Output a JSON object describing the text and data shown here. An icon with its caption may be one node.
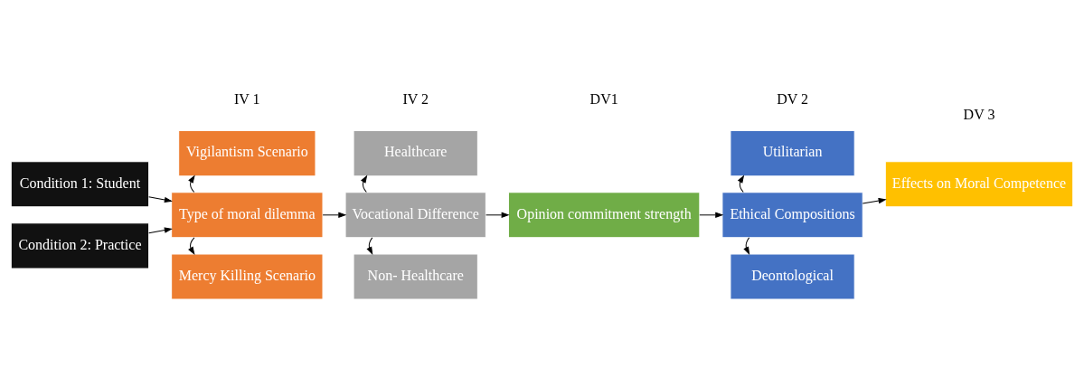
{
  "diagram": {
    "nodes": [
      {
        "text": [
          "Condition 1: Student"
        ]
      },
      {
        "text": [
          "Condition 2: Practice"
        ]
      },
      {
        "text": [
          "Vigilantism Scenario"
        ]
      },
      {
        "text": [
          "Type of moral dilemma"
        ]
      },
      {
        "text": [
          "Mercy Killing Scenario"
        ]
      },
      {
        "text": [
          "Healthcare"
        ]
      },
      {
        "text": [
          "Vocational Difference"
        ]
      },
      {
        "text": [
          "Non- Healthcare"
        ]
      },
      {
        "text": [
          "Opinion commitment strength"
        ]
      },
      {
        "text": [
          "Utilitarian"
        ]
      },
      {
        "text": [
          "Ethical Compositions"
        ]
      },
      {
        "text": [
          "Deontological"
        ]
      },
      {
        "text": [
          "Effects on Moral Competence"
        ]
      }
    ],
    "edges": [
      {
        "from": 0,
        "to": 3,
        "arrow": "to"
      },
      {
        "from": 1,
        "to": 3,
        "arrow": "to"
      },
      {
        "from": 3,
        "to": 2,
        "arrow": "to"
      },
      {
        "from": 3,
        "to": 4,
        "arrow": "to"
      },
      {
        "from": 3,
        "to": 6,
        "arrow": "to"
      },
      {
        "from": 6,
        "to": 5,
        "arrow": "to"
      },
      {
        "from": 6,
        "to": 7,
        "arrow": "to"
      },
      {
        "from": 6,
        "to": 8,
        "arrow": "to"
      },
      {
        "from": 8,
        "to": 10,
        "arrow": "to"
      },
      {
        "from": 10,
        "to": 9,
        "arrow": "to"
      },
      {
        "from": 10,
        "to": 11,
        "arrow": "to"
      },
      {
        "from": 10,
        "to": 12,
        "arrow": "to"
      }
    ],
    "labels": [
      "IV 1",
      "IV 2",
      "DV1",
      "DV 2",
      "DV 3"
    ]
  }
}
